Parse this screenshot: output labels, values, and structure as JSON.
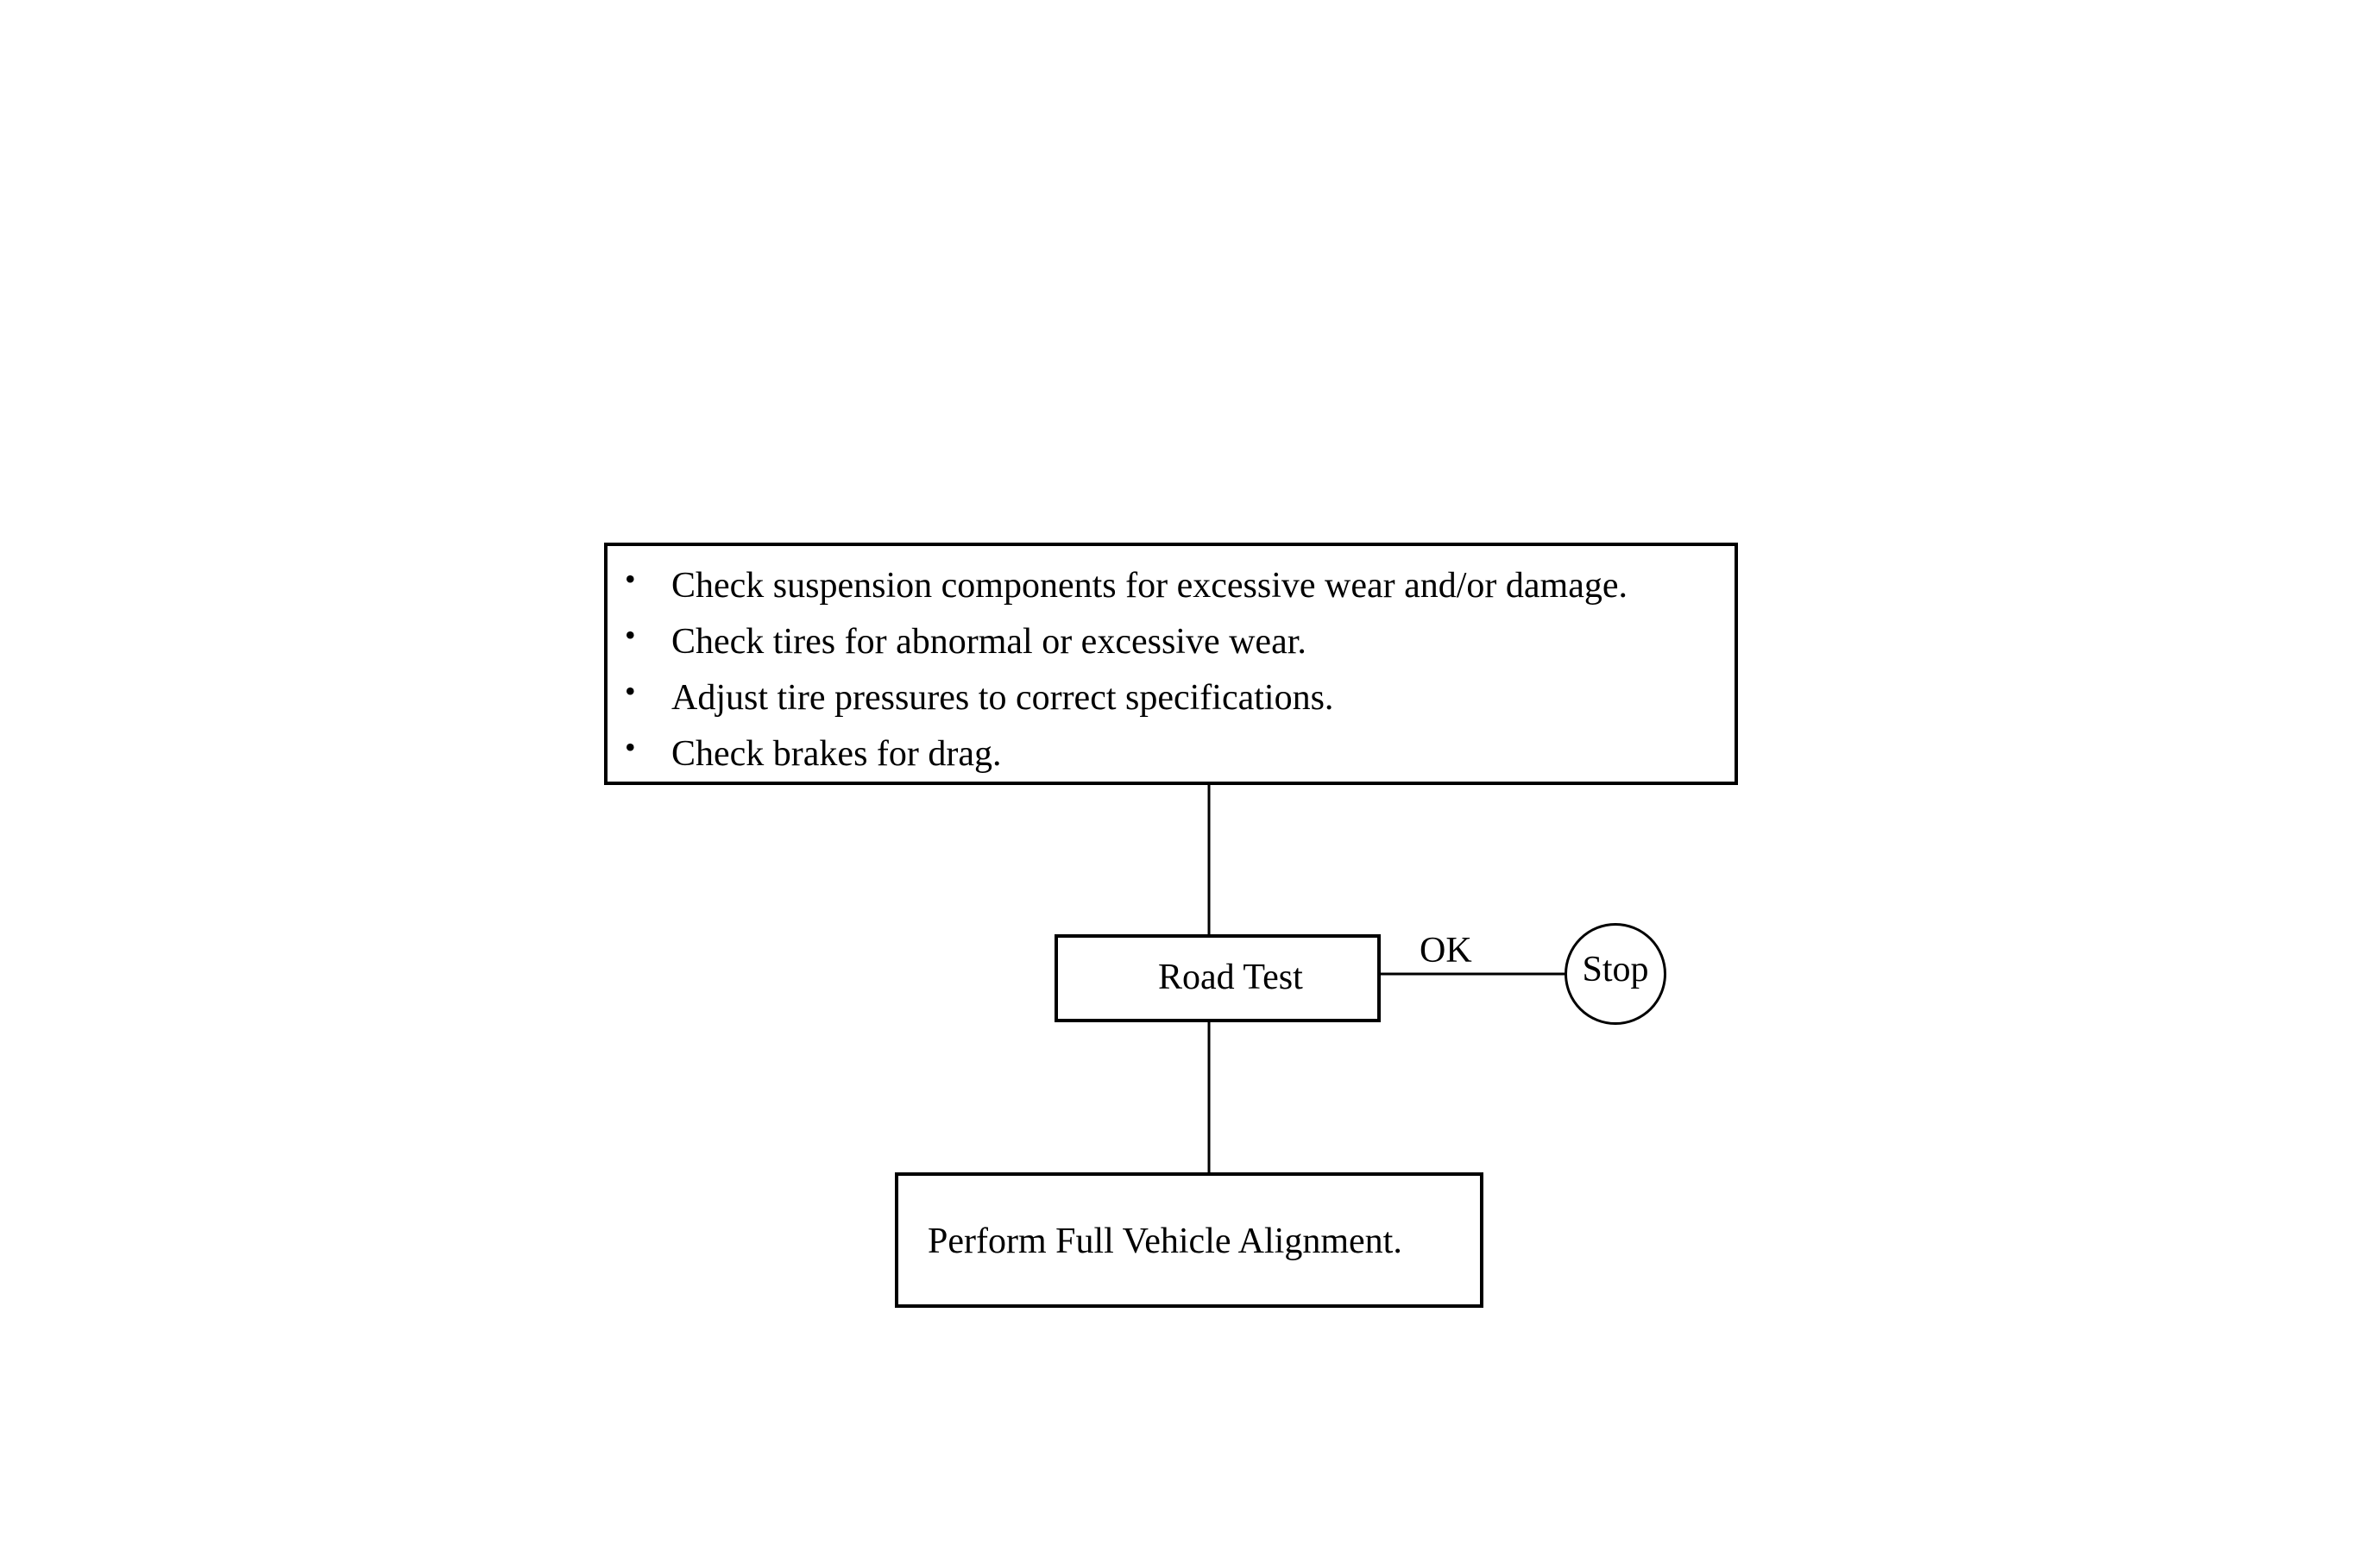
{
  "diagram": {
    "checklist": [
      "Check suspension components for excessive wear and/or damage.",
      "Check tires for abnormal or excessive wear.",
      "Adjust tire pressures to correct specifications.",
      "Check brakes for drag."
    ],
    "bullet": "•",
    "road_test": "Road Test",
    "ok": "OK",
    "stop": "Stop",
    "final_step": "Perform Full Vehicle Alignment."
  },
  "colors": {
    "line": "#000000",
    "background": "#ffffff"
  }
}
